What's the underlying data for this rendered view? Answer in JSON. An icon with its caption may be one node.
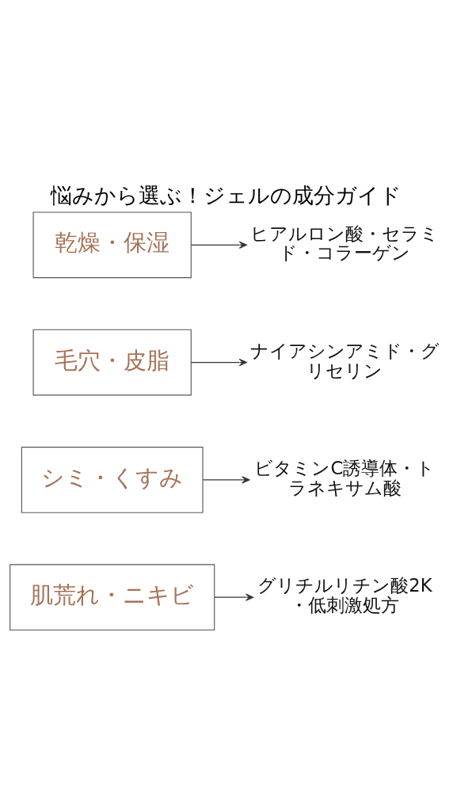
{
  "diagram": {
    "title": "悩みから選ぶ！ジェルの成分ガイド",
    "nodes": [
      {
        "text": [
          "乾燥・保湿"
        ]
      },
      {
        "text": [
          "毛穴・皮脂"
        ]
      },
      {
        "text": [
          "シミ・くすみ"
        ]
      },
      {
        "text": [
          "肌荒れ・ニキビ"
        ]
      },
      {
        "text": [
          "ヒアルロン酸・セラミド・コラーゲン"
        ]
      },
      {
        "text": [
          "ナイアシンアミド・グリセリン"
        ]
      },
      {
        "text": [
          "ビタミンC誘導体・トラネキサム酸"
        ]
      },
      {
        "text": [
          "グリチルリチン酸2K・低刺激処方"
        ]
      }
    ],
    "edges": [
      {
        "from": 0,
        "to": 4,
        "arrow": "to"
      },
      {
        "from": 1,
        "to": 5,
        "arrow": "to"
      },
      {
        "from": 2,
        "to": 6,
        "arrow": "to"
      },
      {
        "from": 3,
        "to": 7,
        "arrow": "to"
      }
    ]
  }
}
